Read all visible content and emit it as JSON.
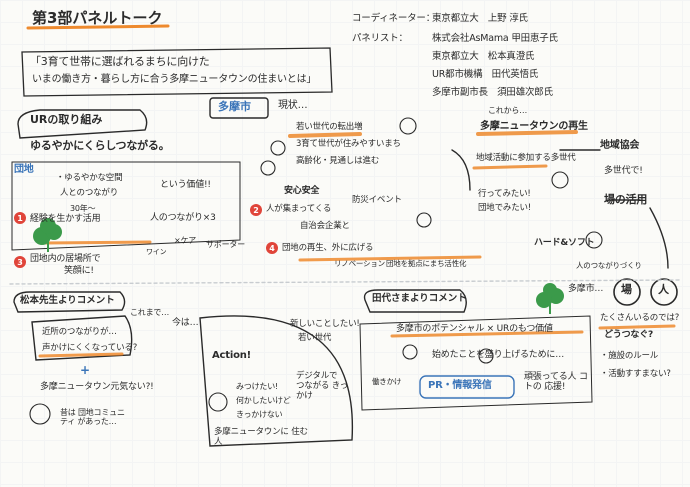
{
  "header": {
    "title": "第3部パネルトーク",
    "theme_line1": "「3育て世帯に選ばれるまちに向けた",
    "theme_line2": "いまの働き方・暮らし方に合う多摩ニュータウンの住まいとは」"
  },
  "panel": {
    "coordinator_label": "コーディネーター：",
    "coordinator": "東京都立大　上野 淳氏",
    "panelists_label": "パネリスト：",
    "panelists": [
      "株式会社AsMama 甲田恵子氏",
      "東京都立大　松本真澄氏",
      "UR都市機構　田代英悟氏",
      "多摩市副市長　須田雄次郎氏"
    ]
  },
  "tama": {
    "label": "多摩市",
    "genjo": "現状…",
    "issues": [
      "若い世代の転出増",
      "3育て世代が住みやすいまち",
      "高齢化・見通しは進む"
    ],
    "korekara": "これから…",
    "saisei": "多摩ニュータウンの再生",
    "chiiki": "地域活動に参加する多世代",
    "kyogikai": "地域協会",
    "tasedai": "多世代で!",
    "ikitai": "行ってみたい!",
    "bosyu": "団地でみたい!",
    "ba": "場の活用"
  },
  "ur": {
    "title": "URの取り組み",
    "lead": "ゆるやかにくらしつながる。",
    "danchi": "団地",
    "space1": "・ゆるやかな空間",
    "space2": "人とのつながり",
    "toiu": "という価値!!",
    "num_30": "30年〜",
    "item1": "経験を生かす活用",
    "item1b": "人のつながり×3",
    "item3": "団地内の居場所で",
    "item3b": "笑顔に!",
    "wine": "ワイン",
    "care": "×ケア",
    "supporter": "サポーター",
    "anzen": "安心安全",
    "item2": "人が集まってくる",
    "bousai": "防災イベント",
    "jichikai": "自治会企業と",
    "item4": "団地の再生、外に広げる",
    "renovation": "リノベーション",
    "kyoten": "団地を拠点にまち活性化",
    "hard": "ハード&ソフト",
    "hito": "人のつながりづくり"
  },
  "matsumoto": {
    "title": "松本先生よりコメント",
    "korema": "これまで…",
    "past1": "近所のつながりが…",
    "past2": "声かけにくくなっている?",
    "plus": "+",
    "q": "多摩ニュータウン元気ない?!",
    "mukashi": "昔は 団地コミュニティ があった…",
    "ima": "今は…",
    "action": "Action!",
    "atarashii": "新しいことしたい!",
    "wakai": "若い世代",
    "mitsuketa": "みつけたい!",
    "nanika": "何かしたいけど",
    "kikkake": "きっかけない",
    "digital": "デジタルで つながる きっかけ",
    "sumu": "多摩ニュータウンに 住む人"
  },
  "tashiro": {
    "title": "田代さまよりコメント",
    "potential": "多摩市のポテンシャル × URのもつ価値",
    "hajimeta": "始めたことを盛り上げるために…",
    "hatarakikake": "働きかけ",
    "pr": "PR・情報発信",
    "ganbatte": "頑張ってる人 コトの 応援!",
    "tamashi": "多摩市…",
    "ba": "場",
    "hito": "人",
    "q1": "たくさんいるのでは?",
    "q2": "どうつなぐ?",
    "rule": "・施設のルール",
    "katsuyou": "・活動すすまない?"
  },
  "colors": {
    "ink": "#2a2a2a",
    "accent_orange": "#ee8a2e",
    "accent_red": "#e0453a",
    "accent_green": "#3b9a4a",
    "accent_blue": "#3a74b8",
    "accent_gray": "#9aa0a6"
  }
}
